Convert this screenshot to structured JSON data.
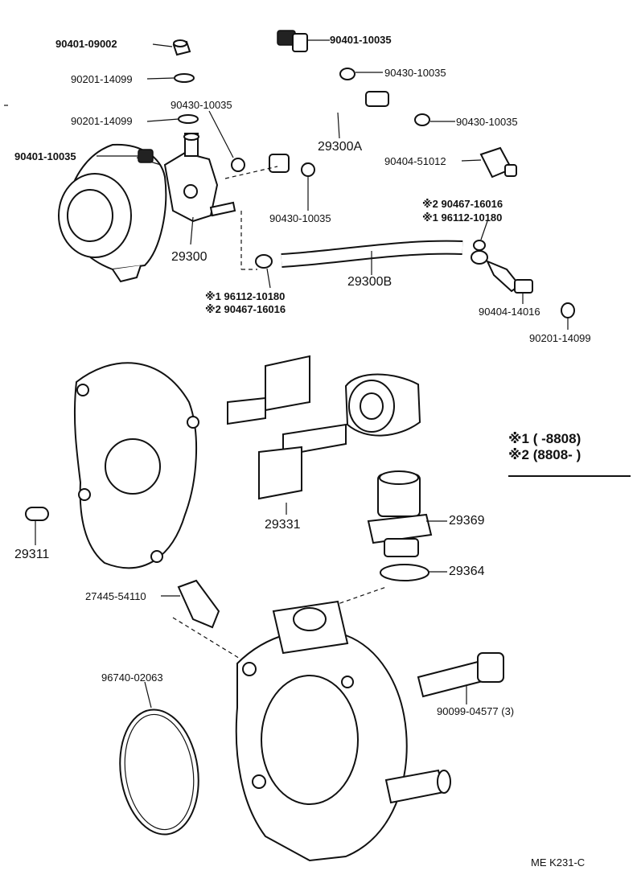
{
  "labels": {
    "p90401_09002": "90401-09002",
    "p90201_14099_a": "90201-14099",
    "p90201_14099_b": "90201-14099",
    "p90430_10035_a": "90430-10035",
    "p90401_10035_left": "90401-10035",
    "p29300": "29300",
    "p96112_10180_left": "※1 96112-10180",
    "p90467_16016_left": "※2 90467-16016",
    "p90401_10035_top": "90401-10035",
    "p90430_10035_top": "90430-10035",
    "p29300A": "29300A",
    "p90430_10035_right": "90430-10035",
    "p90404_51012": "90404-51012",
    "p90430_10035_mid": "90430-10035",
    "p90467_16016_right": "※2 90467-16016",
    "p96112_10180_right": "※1 96112-10180",
    "p29300B": "29300B",
    "p90404_14016": "90404-14016",
    "p90201_14099_c": "90201-14099",
    "p29311": "29311",
    "p29331": "29331",
    "p29369": "29369",
    "p29364": "29364",
    "p27445_54110": "27445-54110",
    "p96740_02063": "96740-02063",
    "p90099_04577": "90099-04577 (3)",
    "note1": "※1 (        -8808)",
    "note2": "※2 (8808-        )",
    "footer": "ME  K231-C"
  }
}
